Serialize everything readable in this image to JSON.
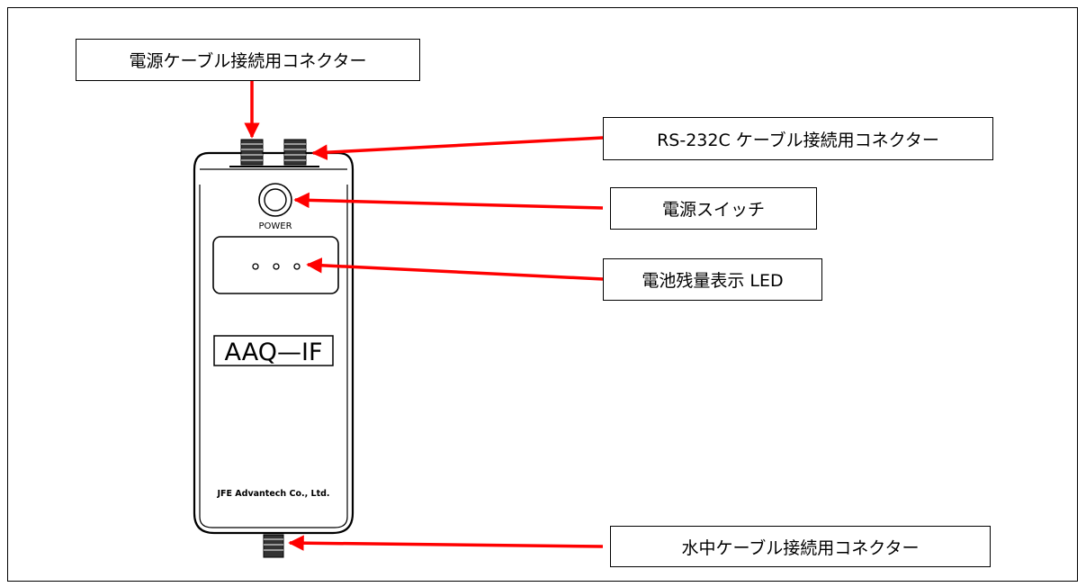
{
  "labels": {
    "power_cable_connector": "電源ケーブル接続用コネクター",
    "rs232c_connector": "RS-232C ケーブル接続用コネクター",
    "power_switch": "電源スイッチ",
    "battery_led": "電池残量表示 LED",
    "underwater_cable_connector": "水中ケーブル接続用コネクター"
  },
  "device": {
    "power_text": "POWER",
    "model_name": "AAQ—IF",
    "maker": "JFE Advantech Co., Ltd."
  },
  "colors": {
    "arrow": "#ff0000",
    "line": "#000000",
    "background": "#ffffff"
  }
}
